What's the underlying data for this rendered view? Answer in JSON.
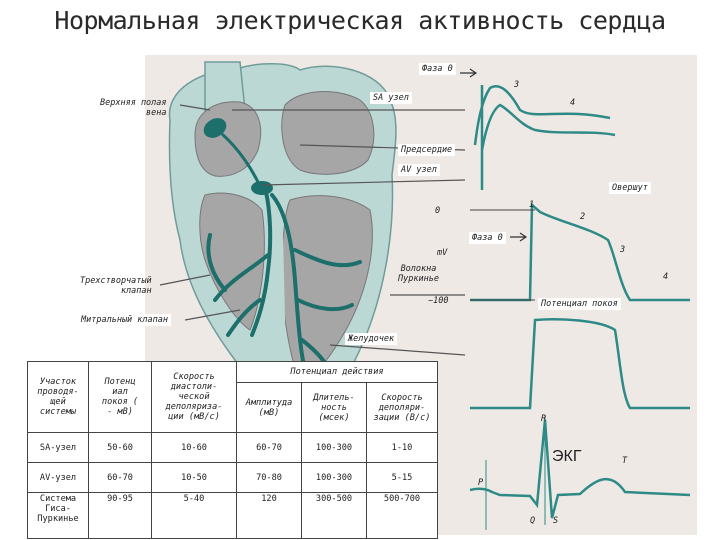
{
  "title": "Нормальная электрическая активность сердца",
  "labels": {
    "svc": "Верхняя полая\nвена",
    "sa_node": "SA узел",
    "atrium": "Предсердие",
    "av_node": "AV узел",
    "tricuspid": "Трехстворчатый\nклапан",
    "mitral": "Митральный клапан",
    "purkinje": "Волокна\nПуркинье",
    "ventricle": "Желудочек",
    "phase0_top": "Фаза 0",
    "phase0_mid": "Фаза 0",
    "overshoot": "Овершут",
    "resting_potential": "Потенциал покоя",
    "ekg": "ЭКГ"
  },
  "axis": {
    "unit": "mV",
    "tick_zero": "0",
    "tick_minus100": "−100"
  },
  "phase_numbers": {
    "sa_3": "3",
    "sa_4": "4",
    "vent_1": "1",
    "vent_2": "2",
    "vent_3": "3",
    "vent_4": "4"
  },
  "ecg_waves": {
    "p": "P",
    "q": "Q",
    "r": "R",
    "s": "S",
    "t": "T"
  },
  "table": {
    "headers": {
      "site": "Участок\nпроводя-\nщей\nсистемы",
      "resting": "Потенц\nиал\nпокоя (\n- мВ)",
      "diastolic": "Скорость\nдиастоли-\nческой\nдеполяриза-\nции (мВ/с)",
      "ap_group": "Потенциал действия",
      "amplitude": "Амплитуда\n(мВ)",
      "duration": "Длитель-\nность\n(мсек)",
      "depol_rate": "Скорость\nдеполяри-\nзации (В/с)"
    },
    "rows": [
      [
        "SA-узел",
        "50-60",
        "10-60",
        "60-70",
        "100-300",
        "1-10"
      ],
      [
        "AV-узел",
        "60-70",
        "10-50",
        "70-80",
        "100-300",
        "5-15"
      ],
      [
        "Система\nГиса-\nПуркинье",
        "90-95",
        "5-40",
        "120",
        "300-500",
        "500-700"
      ]
    ]
  },
  "colors": {
    "trace": "#2e8a86",
    "heart_outer": "#bcd8d5",
    "heart_inner": "#a6a6a6",
    "conduction": "#1c6f6a",
    "panel": "#efe9e6"
  }
}
